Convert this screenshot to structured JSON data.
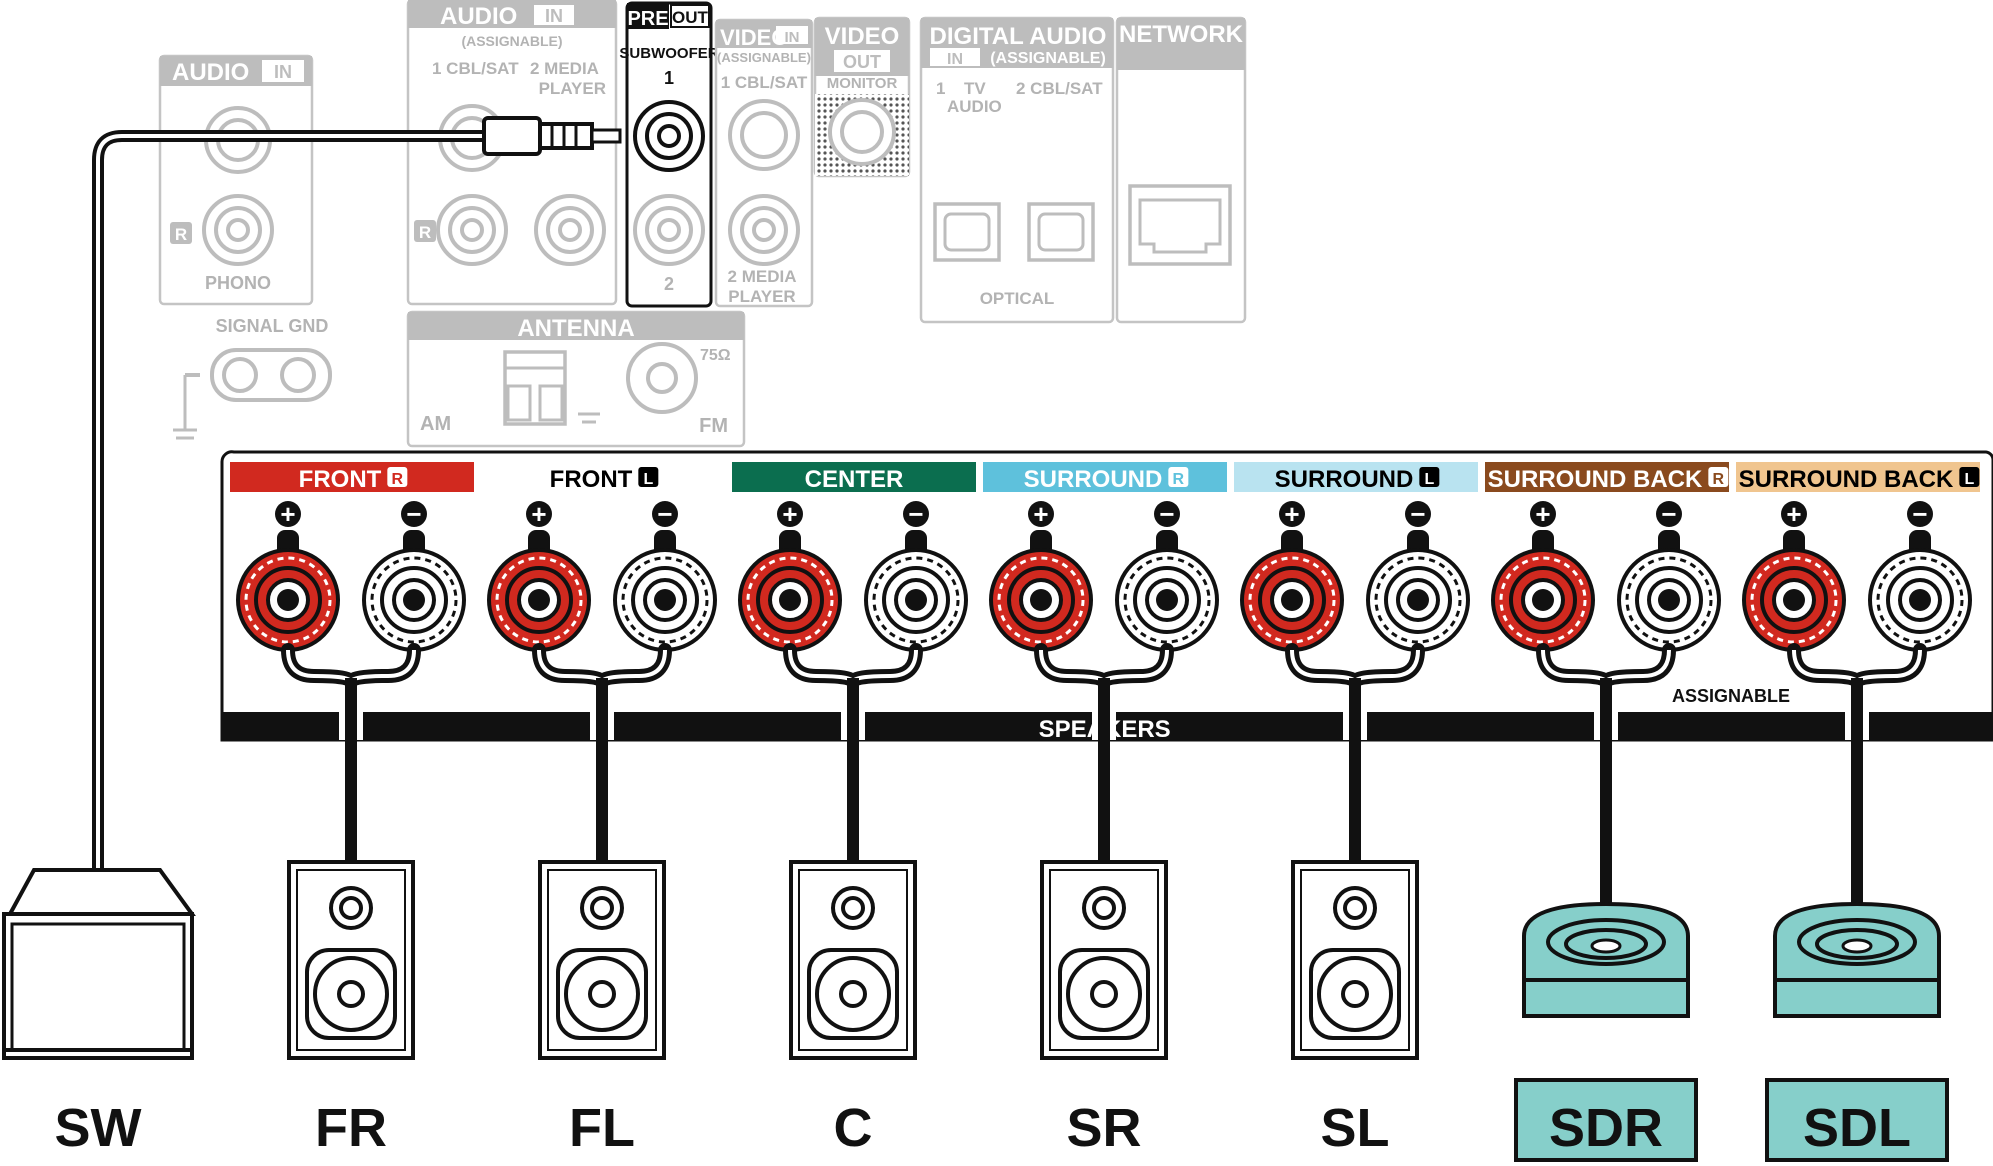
{
  "colors": {
    "front_r": "#d1291f",
    "front_l": "#ffffff",
    "center": "#0b6e4f",
    "surround_r": "#5ec1dc",
    "surround_l": "#b9e3f0",
    "surround_back_r": "#8a4a1e",
    "surround_back_l": "#f0c58f",
    "speaker_accent": "#86cfca",
    "inactive": "#bdbdbd",
    "cable": "#111111"
  },
  "panels": {
    "audio_in_left": {
      "title_a": "AUDIO",
      "title_b": "IN",
      "r_label": "R",
      "phono": "PHONO"
    },
    "signal_gnd": "SIGNAL GND",
    "audio_in_assignable": {
      "title_a": "AUDIO",
      "title_b": "IN",
      "assignable": "(ASSIGNABLE)",
      "sub1": "1 CBL/SAT",
      "sub2": "2  MEDIA",
      "sub3": "PLAYER",
      "r_label": "R"
    },
    "pre_out": {
      "title_a": "PRE",
      "title_b": "OUT",
      "subwoofer": "SUBWOOFER",
      "n1": "1",
      "n2": "2"
    },
    "video_in": {
      "title_a": "VIDEO",
      "title_b": "IN",
      "assignable": "(ASSIGNABLE)",
      "sub1": "1 CBL/SAT",
      "sub2": "2 MEDIA",
      "sub3": "PLAYER"
    },
    "video_out": {
      "title_a": "VIDEO",
      "title_b": "OUT",
      "monitor": "MONITOR"
    },
    "digital_audio": {
      "title_a": "DIGITAL AUDIO",
      "title_b": "IN",
      "assignable": "(ASSIGNABLE)",
      "sub1a": "1",
      "sub1b": "TV",
      "sub1c": "AUDIO",
      "sub2": "2 CBL/SAT",
      "optical": "OPTICAL"
    },
    "network": {
      "title": "NETWORK"
    },
    "antenna": {
      "title": "ANTENNA",
      "am": "AM",
      "fm": "FM",
      "ohm": "75Ω"
    }
  },
  "speaker_terminals": {
    "channels": [
      {
        "label": "FRONT",
        "side": "R"
      },
      {
        "label": "FRONT",
        "side": "L"
      },
      {
        "label": "CENTER",
        "side": ""
      },
      {
        "label": "SURROUND",
        "side": "R"
      },
      {
        "label": "SURROUND",
        "side": "L"
      },
      {
        "label": "SURROUND BACK",
        "side": "R"
      },
      {
        "label": "SURROUND BACK",
        "side": "L"
      }
    ],
    "plus": "+",
    "minus": "−",
    "speakers_label_a": "SPEA",
    "speakers_label_b": "KERS",
    "assignable": "ASSIGNABLE"
  },
  "speakers": [
    "SW",
    "FR",
    "FL",
    "C",
    "SR",
    "SL",
    "SDR",
    "SDL"
  ]
}
